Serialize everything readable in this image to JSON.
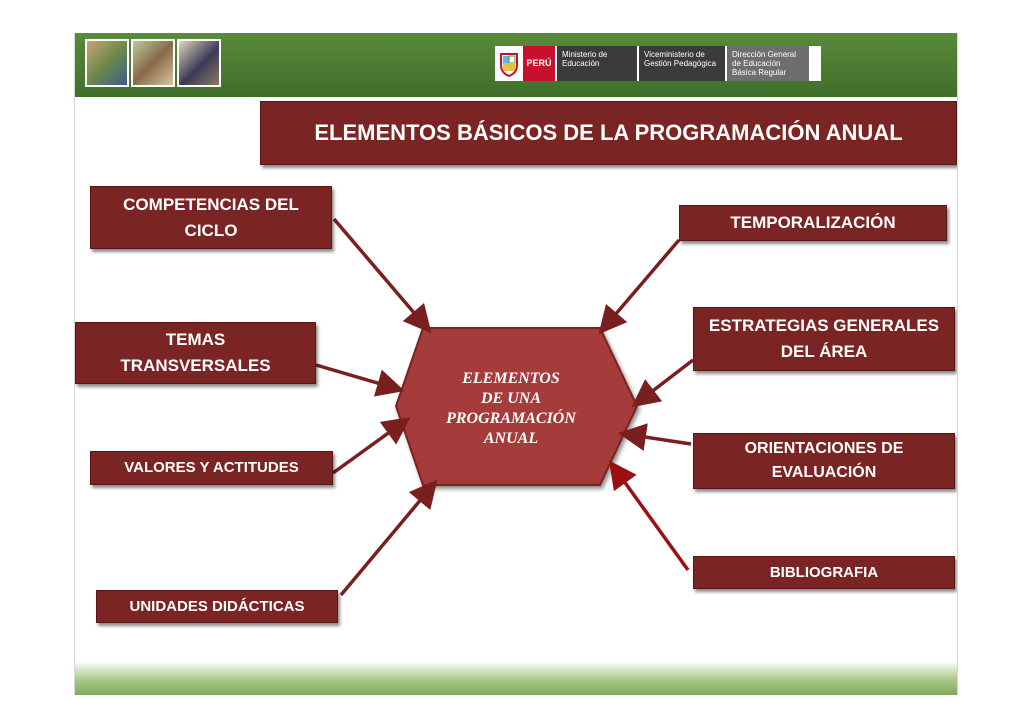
{
  "header": {
    "photos": [
      "children-photo-icon",
      "classroom-photo-icon",
      "students-photo-icon"
    ],
    "logo": {
      "country": "PERÚ",
      "ministry": "Ministerio de Educación",
      "vice_ministry": "Viceministerio de Gestión Pedagógica",
      "direction": "Dirección General de Educación Básica Regular"
    }
  },
  "title": "ELEMENTOS BÁSICOS DE LA PROGRAMACIÓN ANUAL",
  "center": {
    "line1": "ELEMENTOS",
    "line2": "DE UNA",
    "line3": "PROGRAMACIÓN",
    "line4": "ANUAL"
  },
  "left_boxes": [
    {
      "line1": "COMPETENCIAS DEL",
      "line2": "CICLO"
    },
    {
      "line1": "TEMAS",
      "line2": "TRANSVERSALES"
    },
    {
      "line1": "VALORES Y ACTITUDES"
    },
    {
      "line1": "UNIDADES  DIDÁCTICAS"
    }
  ],
  "right_boxes": [
    {
      "line1": "TEMPORALIZACIÓN"
    },
    {
      "line1": "ESTRATEGIAS GENERALES",
      "line2": "DEL ÁREA"
    },
    {
      "line1": "ORIENTACIONES DE",
      "line2": "EVALUACIÓN"
    },
    {
      "line1": "BIBLIOGRAFIA"
    }
  ],
  "colors": {
    "box": "#7a2424",
    "hexagon": "#a53a3a",
    "arrow": "#7a1f1f",
    "header_green": "#4a7c32"
  }
}
